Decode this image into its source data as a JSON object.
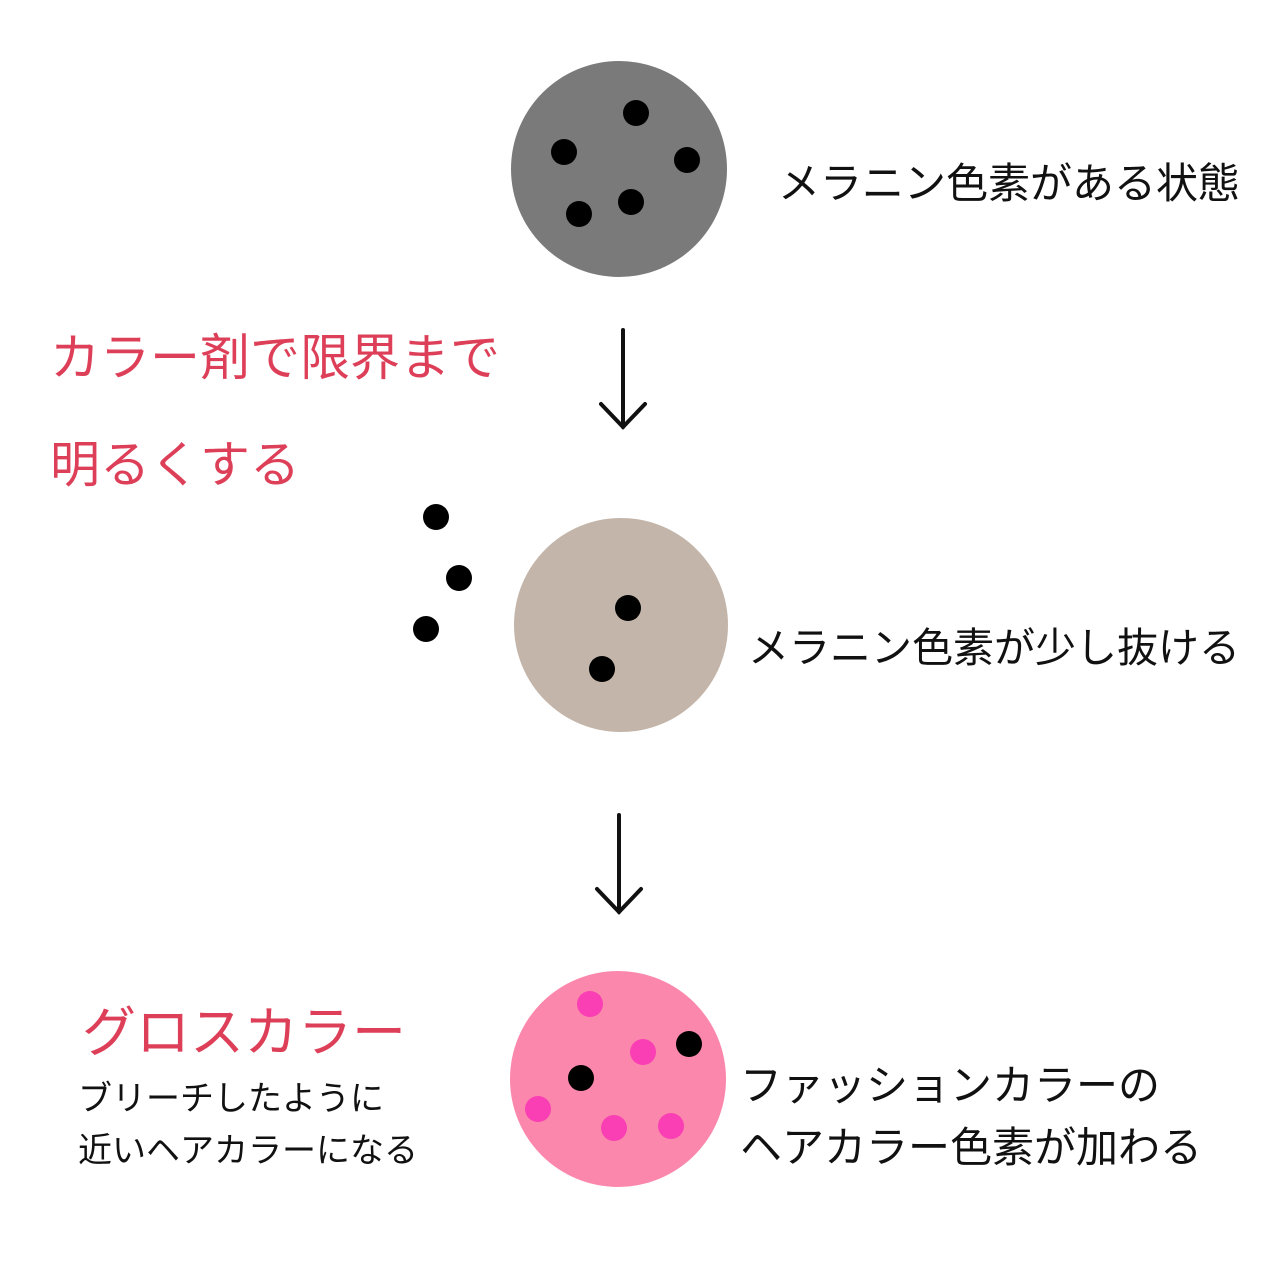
{
  "colors": {
    "circle_top": "#7a7a7a",
    "circle_mid": "#c3b5a9",
    "circle_bottom": "#fb88ac",
    "melanin": "#000000",
    "fashion_pigment": "#f93fb3",
    "accent_red": "#de3f58",
    "arrow": "#111111"
  },
  "stage1": {
    "label": "メラニン色素がある状態"
  },
  "step1": {
    "line1": "カラー剤で限界まで",
    "line2": "明るくする"
  },
  "stage2": {
    "label": "メラニン色素が少し抜ける"
  },
  "stage3": {
    "label_line1": "ファッションカラーの",
    "label_line2": "ヘアカラー色素が加わる",
    "title": "グロスカラー",
    "desc_line1": "ブリーチしたように",
    "desc_line2": "近いヘアカラーになる"
  },
  "icons": {
    "arrow": "down-arrow-icon"
  }
}
